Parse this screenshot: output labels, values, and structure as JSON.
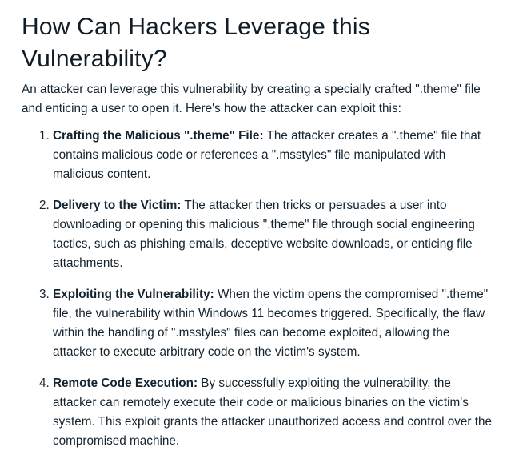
{
  "heading": "How Can Hackers Leverage this Vulnerability?",
  "intro": "An attacker can leverage this vulnerability by creating a specially crafted \".theme\" file and enticing a user to open it. Here's how the attacker can exploit this:",
  "steps": [
    {
      "title": "Crafting the Malicious \".theme\" File:",
      "text": " The attacker creates a \".theme\" file that contains malicious code or references a \".msstyles\" file manipulated with malicious content."
    },
    {
      "title": "Delivery to the Victim:",
      "text": " The attacker then tricks or persuades a user into downloading or opening this malicious \".theme\" file through social engineering tactics, such as phishing emails, deceptive website downloads, or enticing file attachments."
    },
    {
      "title": "Exploiting the Vulnerability:",
      "text": " When the victim opens the compromised \".theme\" file, the vulnerability within Windows 11 becomes triggered. Specifically, the flaw within the handling of \".msstyles\" files can become exploited, allowing the attacker to execute arbitrary code on the victim's system."
    },
    {
      "title": "Remote Code Execution:",
      "text": " By successfully exploiting the vulnerability, the attacker can remotely execute their code or malicious binaries on the victim's system. This exploit grants the attacker unauthorized access and control over the compromised machine."
    }
  ]
}
